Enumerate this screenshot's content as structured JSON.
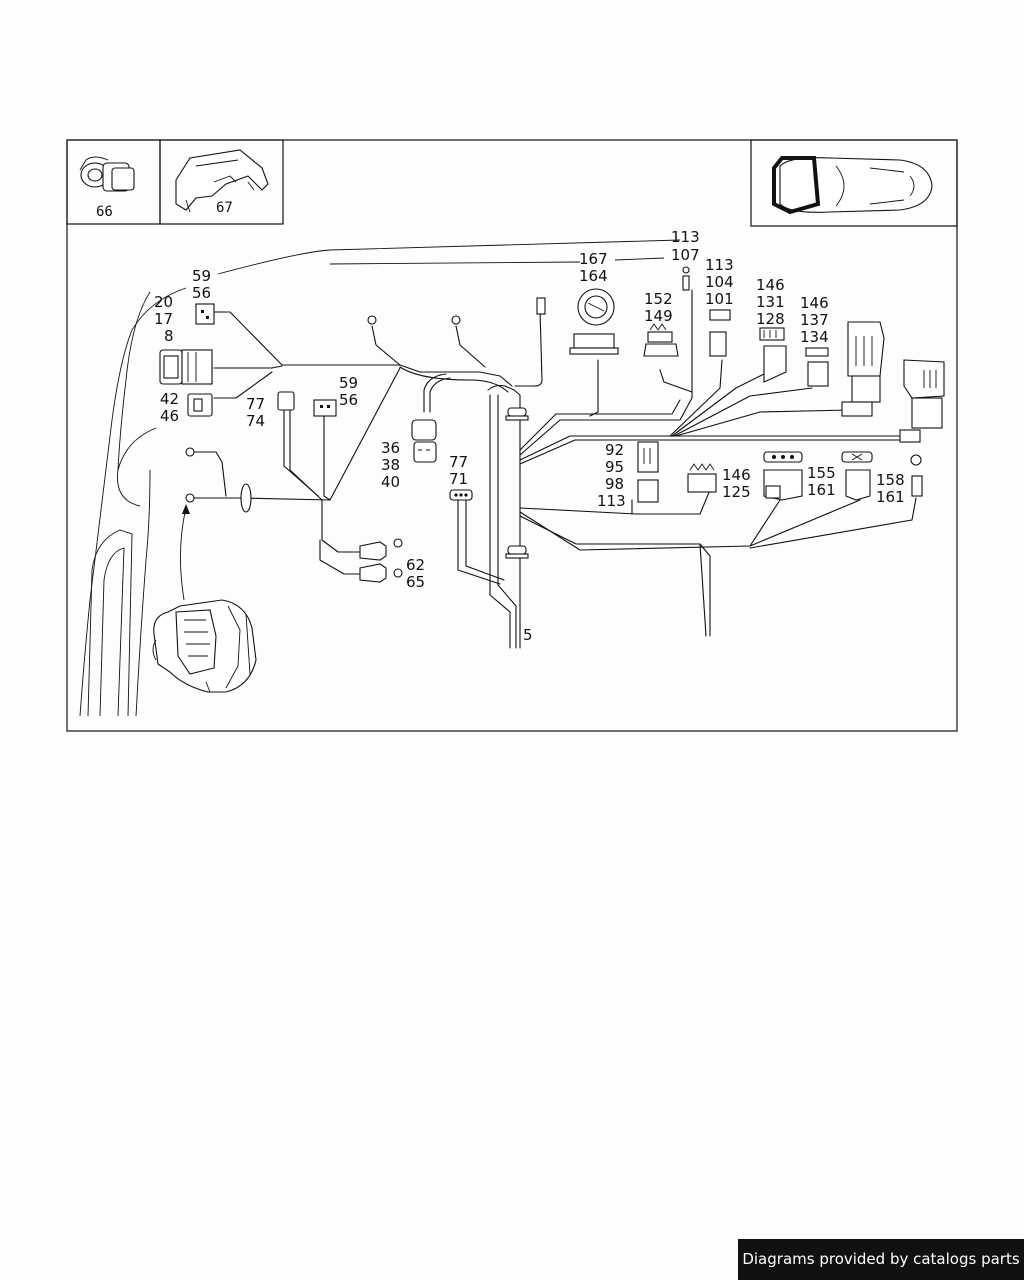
{
  "inset_labels": [
    "66",
    "67"
  ],
  "callouts": [
    {
      "id": "c-113-107",
      "lines": [
        "113",
        "107"
      ]
    },
    {
      "id": "c-167-164",
      "lines": [
        "167",
        "164"
      ]
    },
    {
      "id": "c-113-104-101",
      "lines": [
        "113",
        "104",
        "101"
      ]
    },
    {
      "id": "c-59-56-top",
      "lines": [
        "59",
        "56"
      ]
    },
    {
      "id": "c-20-17-8",
      "lines": [
        "20",
        "17",
        "8"
      ]
    },
    {
      "id": "c-152-149",
      "lines": [
        "152",
        "149"
      ]
    },
    {
      "id": "c-146-131-128",
      "lines": [
        "146",
        "131",
        "128"
      ]
    },
    {
      "id": "c-146-137-134",
      "lines": [
        "146",
        "137",
        "134"
      ]
    },
    {
      "id": "c-42-46",
      "lines": [
        "42",
        "46"
      ]
    },
    {
      "id": "c-77-74",
      "lines": [
        "77",
        "74"
      ]
    },
    {
      "id": "c-59-56-mid",
      "lines": [
        "59",
        "56"
      ]
    },
    {
      "id": "c-36-38-40",
      "lines": [
        "36",
        "38",
        "40"
      ]
    },
    {
      "id": "c-77-71",
      "lines": [
        "77",
        "71"
      ]
    },
    {
      "id": "c-92-95-98-113",
      "lines": [
        "92",
        "95",
        "98",
        "113"
      ]
    },
    {
      "id": "c-146-125",
      "lines": [
        "146",
        "125"
      ]
    },
    {
      "id": "c-155-161",
      "lines": [
        "155",
        "161"
      ]
    },
    {
      "id": "c-158-161",
      "lines": [
        "158",
        "161"
      ]
    },
    {
      "id": "c-62-65",
      "lines": [
        "62",
        "65"
      ]
    },
    {
      "id": "c-5",
      "lines": [
        "5"
      ]
    }
  ],
  "footer_text": "Diagrams provided by catalogs parts"
}
